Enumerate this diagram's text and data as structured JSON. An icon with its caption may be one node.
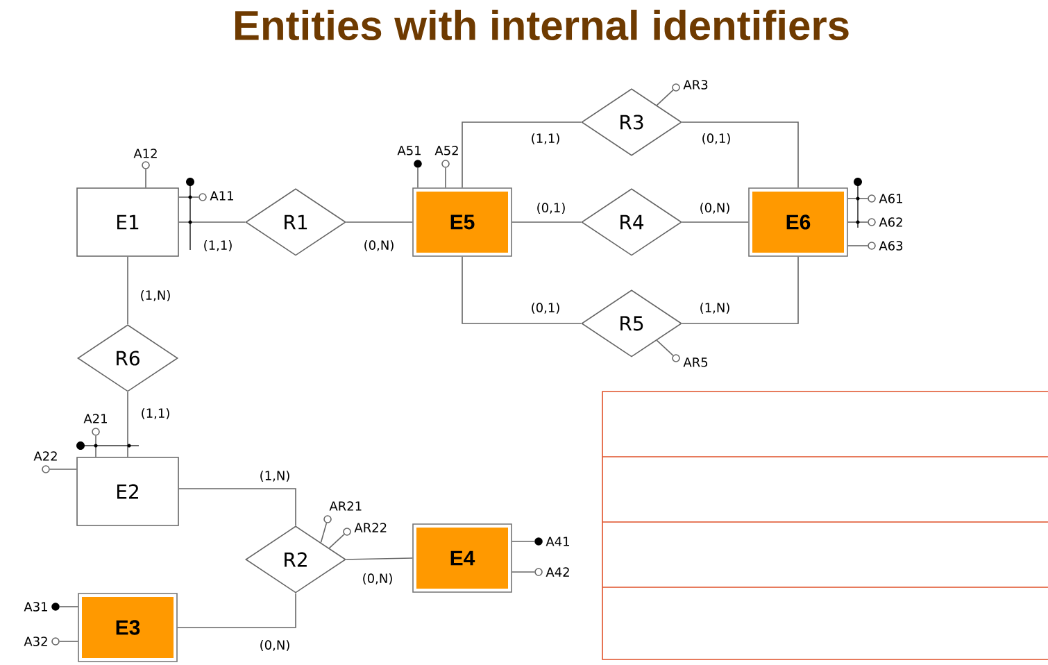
{
  "diagram": {
    "title": "Entities with internal identifiers",
    "nodes": [
      {
        "text": [
          "E1"
        ]
      },
      {
        "text": [
          "R1"
        ]
      },
      {
        "text": [
          "E5"
        ]
      },
      {
        "text": [
          "R3"
        ]
      },
      {
        "text": [
          "R4"
        ]
      },
      {
        "text": [
          "E6"
        ]
      },
      {
        "text": [
          "R5"
        ]
      },
      {
        "text": [
          "R6"
        ]
      },
      {
        "text": [
          "E2"
        ]
      },
      {
        "text": [
          "R2"
        ]
      },
      {
        "text": [
          "E4"
        ]
      },
      {
        "text": [
          "E3"
        ]
      },
      {
        "text": [],
        "shape": "circle",
        "beside": [
          "A12"
        ]
      },
      {
        "text": [],
        "shape": "circle",
        "beside": [
          "A11"
        ]
      },
      {
        "text": [],
        "shape": "circle",
        "beside": [
          "A51"
        ]
      },
      {
        "text": [],
        "shape": "circle",
        "beside": [
          "A52"
        ]
      },
      {
        "text": [],
        "shape": "circle",
        "beside": [
          "AR3"
        ]
      },
      {
        "text": [],
        "shape": "circle",
        "beside": [
          "A61"
        ]
      },
      {
        "text": [],
        "shape": "circle",
        "beside": [
          "A62"
        ]
      },
      {
        "text": [],
        "shape": "circle",
        "beside": [
          "A63"
        ]
      },
      {
        "text": [],
        "shape": "circle",
        "beside": [
          "AR5"
        ]
      },
      {
        "text": [],
        "shape": "circle",
        "beside": [
          "A21"
        ]
      },
      {
        "text": [],
        "shape": "circle",
        "beside": [
          "A22"
        ]
      },
      {
        "text": [],
        "shape": "circle",
        "beside": [
          "AR21"
        ]
      },
      {
        "text": [],
        "shape": "circle",
        "beside": [
          "AR22"
        ]
      },
      {
        "text": [],
        "shape": "circle",
        "beside": [
          "A41"
        ]
      },
      {
        "text": [],
        "shape": "circle",
        "beside": [
          "A42"
        ]
      },
      {
        "text": [],
        "shape": "circle",
        "beside": [
          "A31"
        ]
      },
      {
        "text": [],
        "shape": "circle",
        "beside": [
          "A32"
        ]
      }
    ],
    "edges": [
      {
        "from": 0,
        "to": 1,
        "arrow": "none",
        "label": "(1,1)"
      },
      {
        "from": 1,
        "to": 2,
        "arrow": "none",
        "label": "(0,N)"
      },
      {
        "from": 2,
        "to": 3,
        "arrow": "none",
        "label": "(1,1)"
      },
      {
        "from": 3,
        "to": 5,
        "arrow": "none",
        "label": "(0,1)"
      },
      {
        "from": 2,
        "to": 4,
        "arrow": "none",
        "label": "(0,1)"
      },
      {
        "from": 4,
        "to": 5,
        "arrow": "none",
        "label": "(0,N)"
      },
      {
        "from": 2,
        "to": 6,
        "arrow": "none",
        "label": "(0,1)"
      },
      {
        "from": 6,
        "to": 5,
        "arrow": "none",
        "label": "(1,N)"
      },
      {
        "from": 0,
        "to": 7,
        "arrow": "none",
        "label": "(1,N)"
      },
      {
        "from": 7,
        "to": 8,
        "arrow": "none",
        "label": "(1,1)"
      },
      {
        "from": 8,
        "to": 9,
        "arrow": "none",
        "label": "(1,N)"
      },
      {
        "from": 9,
        "to": 10,
        "arrow": "none",
        "label": "(0,N)"
      },
      {
        "from": 11,
        "to": 9,
        "arrow": "none",
        "label": "(0,N)"
      },
      {
        "from": 0,
        "to": 12,
        "arrow": "none"
      },
      {
        "from": 0,
        "to": 13,
        "arrow": "none"
      },
      {
        "from": 2,
        "to": 14,
        "arrow": "none"
      },
      {
        "from": 2,
        "to": 15,
        "arrow": "none"
      },
      {
        "from": 3,
        "to": 16,
        "arrow": "none"
      },
      {
        "from": 5,
        "to": 17,
        "arrow": "none"
      },
      {
        "from": 5,
        "to": 18,
        "arrow": "none"
      },
      {
        "from": 5,
        "to": 19,
        "arrow": "none"
      },
      {
        "from": 6,
        "to": 20,
        "arrow": "none"
      },
      {
        "from": 8,
        "to": 21,
        "arrow": "none"
      },
      {
        "from": 8,
        "to": 22,
        "arrow": "none"
      },
      {
        "from": 9,
        "to": 23,
        "arrow": "none"
      },
      {
        "from": 9,
        "to": 24,
        "arrow": "none"
      },
      {
        "from": 10,
        "to": 25,
        "arrow": "none"
      },
      {
        "from": 10,
        "to": 26,
        "arrow": "none"
      },
      {
        "from": 11,
        "to": 27,
        "arrow": "none"
      },
      {
        "from": 11,
        "to": 28,
        "arrow": "none"
      }
    ]
  }
}
